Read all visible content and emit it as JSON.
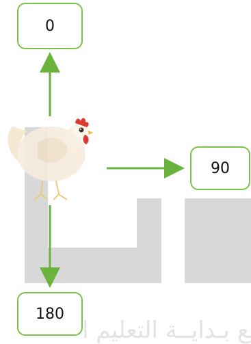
{
  "diagram": {
    "labels": {
      "up": "0",
      "right": "90",
      "down": "180"
    },
    "colors": {
      "box_border": "#7cc24a",
      "arrow": "#6ab33c",
      "watermark": "#d8d8d8"
    },
    "icons": {
      "center": "chicken-icon"
    }
  },
  "watermark": {
    "text": "ـع بـدايــة التعليم ا"
  }
}
